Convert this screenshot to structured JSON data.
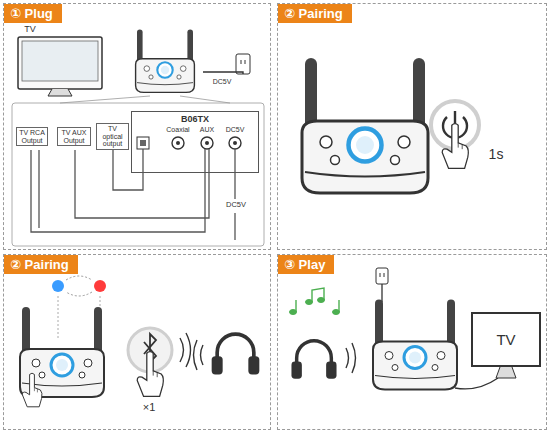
{
  "diagram": {
    "nodes": [
      {
        "text": [
          "① Plug"
        ]
      },
      {
        "text": [
          "B06TX"
        ],
        "in": 0
      },
      {
        "text": [
          "② Pairing"
        ]
      },
      {
        "text": [
          "② Pairing"
        ]
      },
      {
        "text": [
          "③ Play"
        ]
      },
      {
        "text": [
          "TV"
        ],
        "in": 4
      }
    ],
    "labels": [
      "TV",
      "DC5V",
      "TV RCA Output",
      "TV AUX Output",
      "TV optical output",
      "Coaxial",
      "AUX",
      "DC5V",
      "DC5V",
      "1s",
      "×1"
    ]
  }
}
